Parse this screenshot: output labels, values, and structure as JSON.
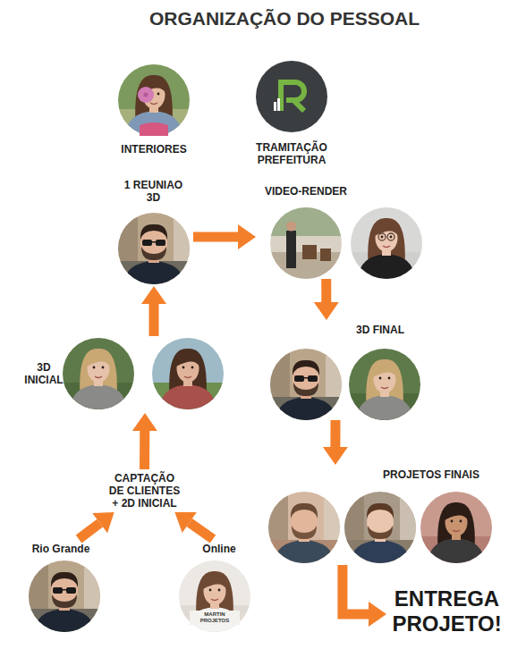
{
  "diagram": {
    "title": "ORGANIZAÇÃO DO PESSOAL",
    "nodes": [
      {
        "text": [
          "INTERIORES"
        ]
      },
      {
        "text": [
          "TRAMITAÇÃO PREFEITURA"
        ]
      },
      {
        "text": [
          "1 REUNIAO 3D"
        ]
      },
      {
        "text": [
          "VIDEO-RENDER"
        ]
      },
      {
        "text": [
          "3D FINAL"
        ]
      },
      {
        "text": [
          "3D INICIAL"
        ]
      },
      {
        "text": [
          "CAPTAÇÃO DE CLIENTES + 2D INICIAL"
        ]
      },
      {
        "text": [
          "Rio Grande"
        ]
      },
      {
        "text": [
          "Online"
        ]
      },
      {
        "text": [
          "PROJETOS FINAIS"
        ]
      },
      {
        "text": [
          "ENTREGA PROJETO!"
        ]
      }
    ],
    "edges": [
      {
        "from": 7,
        "to": 6,
        "arrow": "to"
      },
      {
        "from": 8,
        "to": 6,
        "arrow": "to"
      },
      {
        "from": 6,
        "to": 5,
        "arrow": "to"
      },
      {
        "from": 5,
        "to": 2,
        "arrow": "to"
      },
      {
        "from": 2,
        "to": 3,
        "arrow": "to"
      },
      {
        "from": 3,
        "to": 4,
        "arrow": "to"
      },
      {
        "from": 4,
        "to": 9,
        "arrow": "to"
      },
      {
        "from": 9,
        "to": 10,
        "arrow": "to"
      }
    ],
    "labels": [
      "MARTIN PROJETOS"
    ]
  }
}
